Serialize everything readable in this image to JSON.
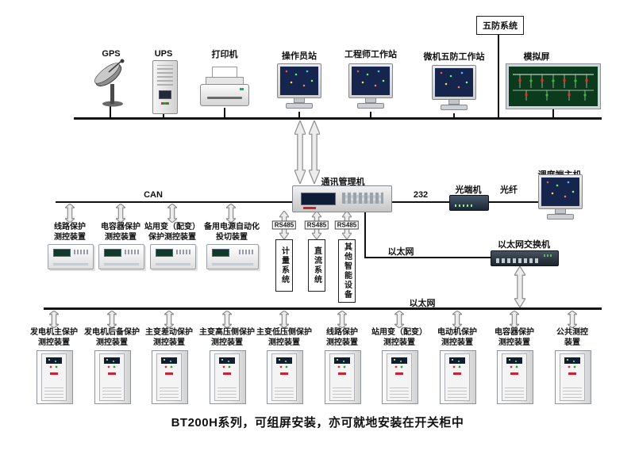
{
  "title": "BT200H系列，可组屏安装，亦可就地安装在开关柜中",
  "top": {
    "five_prevention_box": "五防系统",
    "stations": [
      {
        "label": "GPS",
        "icon": "satellite-dish-icon"
      },
      {
        "label": "UPS",
        "icon": "ups-tower-icon"
      },
      {
        "label": "打印机",
        "icon": "printer-icon"
      },
      {
        "label": "操作员站",
        "icon": "workstation-monitor-icon"
      },
      {
        "label": "工程师工作站",
        "icon": "workstation-monitor-icon"
      },
      {
        "label": "微机五防工作站",
        "icon": "workstation-monitor-icon"
      },
      {
        "label": "模拟屏",
        "icon": "mimic-panel-icon"
      }
    ]
  },
  "middle": {
    "comm_manager_label": "通讯管理机",
    "can_label": "CAN",
    "serial_label": "232",
    "optical_terminal_label": "光端机",
    "fiber_label": "光纤",
    "dispatch_host_label": "调度端主机",
    "rs485_labels": [
      "RS485",
      "RS485",
      "RS485"
    ],
    "system_boxes": [
      "计量系统",
      "直流系统",
      "其他智能设备"
    ],
    "ethernet_label": "以太网",
    "ethernet_switch_label": "以太网交换机",
    "can_devices": [
      {
        "line1": "线路保护",
        "line2": "测控装置"
      },
      {
        "line1": "电容器保护",
        "line2": "测控装置"
      },
      {
        "line1": "站用变（配变）",
        "line2": "保护测控装置"
      },
      {
        "line1": "备用电源自动化",
        "line2": "投切装置"
      }
    ]
  },
  "bottom": {
    "ethernet_label": "以太网",
    "devices": [
      {
        "line1": "发电机主保护",
        "line2": "测控装置"
      },
      {
        "line1": "发电机后备保护",
        "line2": "测控装置"
      },
      {
        "line1": "主变差动保护",
        "line2": "测控装置"
      },
      {
        "line1": "主变高压侧保护",
        "line2": "测控装置"
      },
      {
        "line1": "主变低压侧保护",
        "line2": "测控装置"
      },
      {
        "line1": "线路保护",
        "line2": "测控装置"
      },
      {
        "line1": "站用变（配变）",
        "line2": "测控装置"
      },
      {
        "line1": "电动机保护",
        "line2": "测控装置"
      },
      {
        "line1": "电容器保护",
        "line2": "测控装置"
      },
      {
        "line1": "公共测控",
        "line2": "装置"
      }
    ]
  },
  "colors": {
    "bus": "#111111",
    "arrow_fill": "#ededed",
    "arrow_stroke": "#8c8c8c",
    "screen_navy": "#16254d",
    "mimic_green": "#0b3a1c",
    "title": "#111111"
  }
}
